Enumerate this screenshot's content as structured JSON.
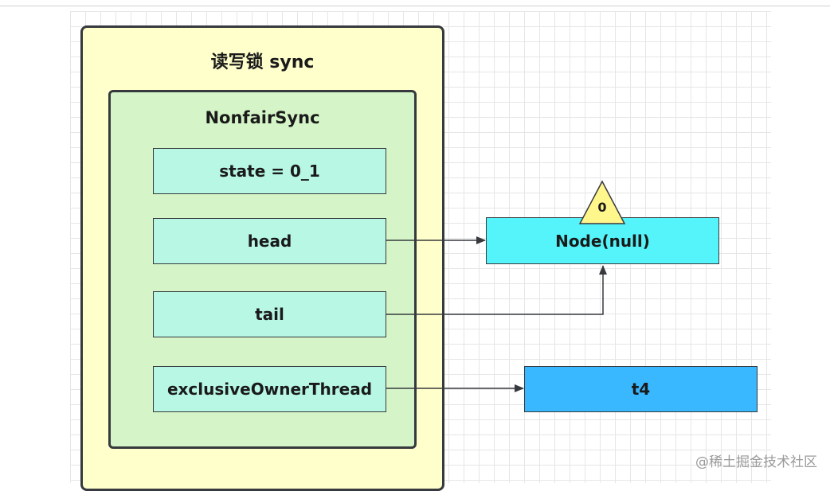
{
  "diagram": {
    "outer_title": "读写锁 sync",
    "inner_title": "NonfairSync",
    "fields": {
      "state": "state = 0_1",
      "head": "head",
      "tail": "tail",
      "owner": "exclusiveOwnerThread"
    },
    "nodes": {
      "null_node": "Node(null)",
      "null_node_waitstatus": "0",
      "thread_node": "t4"
    }
  },
  "watermark": "@稀土掘金技术社区",
  "colors": {
    "outer_fill": "#ffffcc",
    "inner_fill": "#d5f5c8",
    "field_fill": "#b7f7e3",
    "node_null_fill": "#55f4fb",
    "node_t4_fill": "#3ab8ff",
    "triangle_fill": "#fff68c",
    "stroke": "#36393d"
  }
}
